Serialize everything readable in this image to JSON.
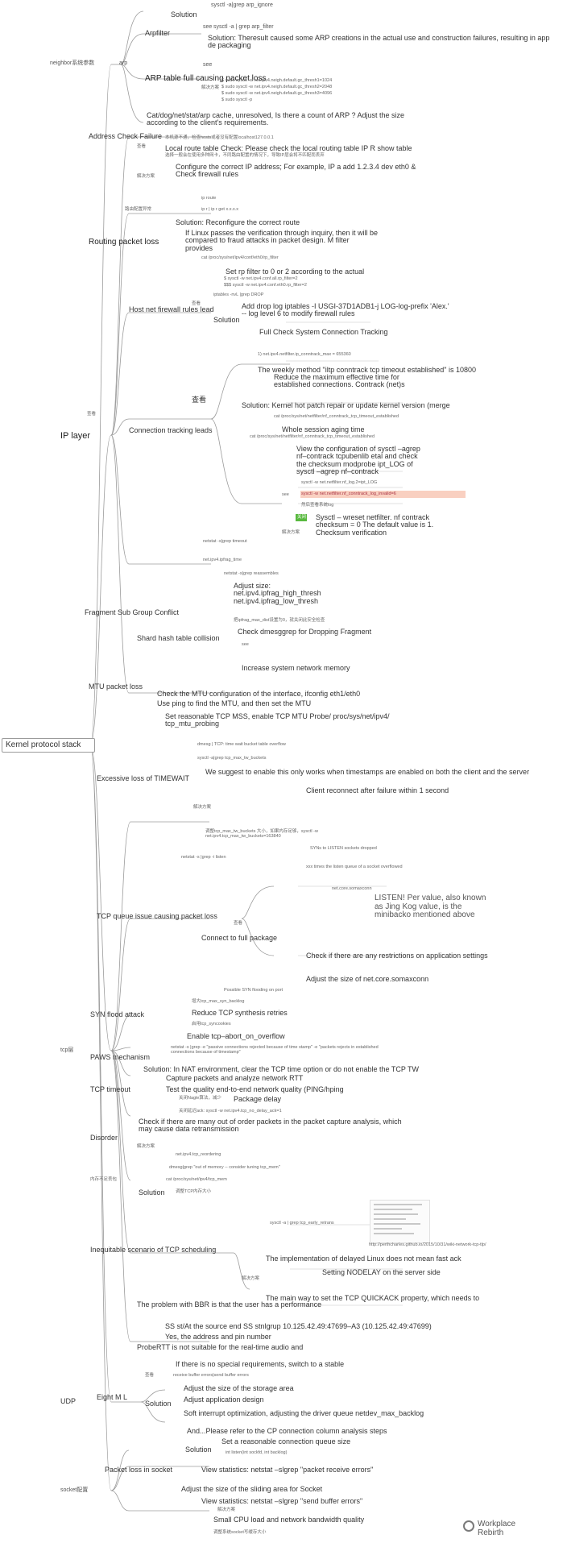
{
  "root": "Kernel protocol stack",
  "branches": {
    "neighbor": "neighbor系统参数",
    "arp": "arp",
    "ip_layer": "IP layer",
    "tcp": "tcp层",
    "udp": "UDP",
    "socket": "socket配置"
  },
  "arp": {
    "arp_ignore": "sysctl -a|grep arp_ignore",
    "arp_filter": "Arpfilter",
    "arp_filter_cmd": "sysctl -a | grep arp_filter",
    "see": "see",
    "arp_filter_solution": "Solution: Theresult caused some ARP creations in the actual use and construction failures, resulting in app de packaging",
    "overflow_title": "ARP table full causing packet loss",
    "solution_label": "解决方案",
    "gc1": "$ sudo sysctl -w net.ipv4.neigh.default.gc_thresh1=1024",
    "gc2": "$ sudo sysctl -w net.ipv4.neigh.default.gc_thresh2=2048",
    "gc3": "$ sudo sysctl -w net.ipv4.neigh.default.gc_thresh3=4096",
    "gc4": "$ sudo sysctl -p",
    "cat": "Cat/dog/net/stat/arp cache, unresolved, Is there a count of ARP ? Adjust the size according to the client's requirements."
  },
  "ip": {
    "address_title": "Address Check Failure",
    "address_note": "本机源不通，检查hosts或者没有配置localhost127.0.0.1",
    "address_check": "Local route table Check: Please check the local routing table IP R show table",
    "address_small": "选择一般会在使用多种网卡，不同路由配置的情况下，导致IP层会将不匹配而丢弃",
    "configure_ip": "Configure the correct IP address; For example, IP a add 1.2.3.4 dev eth0 & Check firewall rules",
    "routing_title": "Routing packet loss",
    "route_config": "路由配置异常",
    "route_cmd": "ip route",
    "route_ip": "ip r | ip r get x.x.x.x",
    "route_solution": "Solution: Reconfigure the correct route",
    "rp_filter_note": "If Linux passes the verification through inquiry, then it will be compared to fraud attacks in packet design. M filter provides",
    "rp_cat": "cat /proc/sys/net/ipv4/conf/eth0/rp_filter",
    "rp_set": "Set rp filter to 0 or 2 according to the actual",
    "rp_cmd1": "$ sysctl -w net.ipv4.conf.all.rp_filter=2",
    "rp_cmd2": "$$$ sysctl -w net.ipv4.conf.eth0.rp_filter=2",
    "fw_title": "Host net firewall rules lead",
    "fw_cmd": "iptables -nvL |grep DROP",
    "fw_log": "Add drop log iptables -I USGI-37D1ADB1-j LOG-log-prefix 'Alex.' -- log level 6 to modify firewall rules",
    "conntrack_title": "Connection tracking leads",
    "ct_full": "Full Check System Connection Tracking",
    "ct_count": "1) net.ipv4.netfilter.ip_conntrack_max = 655360",
    "ct_weekly": "The weekly method \"iltp conntrack tcp timeout established\" is 10800",
    "ct_reduce": "Reduce the maximum effective time for established connections. Contrack (net)s",
    "ct_kernel": "Solution: Kernel hot patch repair or update kernel version (merge",
    "ct_session": "Whole session aging time",
    "ct_proc": "cat /proc/sys/net/netfilter/nf_conntrack_tcp_timeout_established",
    "ct_view": "View the configuration of sysctl –agrep nf–contrack tcpubenlib etal and check the checksum modprobe ipt_LOG of sysctl –agrep nf–contrack",
    "ct_log2": "sysctl -w net.netfilter.nf_conntrack_log_invalid=6",
    "ct_syslog": "sysctl -w net.netfilter.nf_log.2=ipt_LOG",
    "ct_journal": "然后查看系统log",
    "ct_tag": "关闭",
    "ct_disable": "Sysctl – wreset netfilter. nf contrack checksum = 0 The default value is 1. Checksum verification",
    "frag_title": "Fragment Sub Group Conflict",
    "frag_timeout": "netstat -s|grep timeout",
    "frag_time": "net.ipv4.ipfrag_time",
    "frag_reasm": "netstat -s|grep reassembles",
    "frag_adjust": "Adjust size: net.ipv4.ipfrag_high_thresh net.ipv4.ipfrag_low_thresh",
    "frag_check": "Check dmesggrep for Dropping Fragment",
    "frag_flag": "把ipfrag_max_dist设置为0，就关闭此安全检查",
    "frag_hash": "Shard hash table collision",
    "frag_memory": "Increase system network memory",
    "mtu_title": "MTU packet loss",
    "mtu_check": "Check the MTU configuration of the interface, ifconfig eth1/eth0",
    "mtu_set": "Use ping to find the MTU, and then set the MTU",
    "mtu_tcp": "Set reasonable TCP MSS, enable TCP MTU Probe/ proc/sys/net/ipv4/ tcp_mtu_probing"
  },
  "tcp": {
    "timewait_title": "Excessive loss of TIMEWAIT",
    "tw_dmesg": "dmesg | TCP: time wait bucket table overflow",
    "tw_buckets": "sysctl -a|grep tcp_max_tw_buckets",
    "tw_reuse": "We suggest to enable this only works when timestamps are enabled on both the client and the server",
    "tw_recycle": "Client reconnect after failure within 1 second",
    "tw_max": "调整tcp_max_tw_buckets 大小，如果内存足够，sysctl -w net.ipv4.tcp_max_tw_buckets=163840",
    "queue_title": "TCP queue issue causing packet loss",
    "q_listen": "netstat -s |grep -i listen",
    "q_syn": "SYNs to LISTEN sockets dropped",
    "q_overflow": "xxx times the listen queue of a socket overflowed",
    "q_somax": "net.core.somaxconn",
    "q_listen_note": "LISTEN! Per value, also known as Jing Kog value, is the minibacko mentioned above",
    "q_full": "Connect to full package",
    "q_check": "Check if there are any restrictions on application settings",
    "q_adjust": "Adjust the size of net.core.somaxconn",
    "syn_title": "SYN flood attack",
    "syn_possible": "Possible SYN flooding on port",
    "syn_backlog": "增大tcp_max_syn_backlog",
    "syn_retries": "Reduce TCP synthesis retries",
    "syn_cookies": "启用tcp_syncookies",
    "syn_abort": "Enable tcp–abort_on_overflow",
    "paws_title": "PAWS mechanism",
    "paws_cmd": "netstat -s |grep -e \"passive connections rejected because of time stamp\" -e \"packets rejects in established connections because of timestamp\"",
    "paws_solution": "Solution: In NAT environment, clear the TCP time option or do not enable the TCP TW",
    "timeout_title": "TCP timeout",
    "to_capture": "Capture packets and analyze network RTT",
    "to_test": "Test the quality end-to-end network quality (PING/hping",
    "to_nagle": "关闭Nagle算法，减少",
    "to_delay": "Package delay",
    "to_quickack": "关闭延迟ack: sysctl -w net.ipv4.tcp_no_delay_ack=1",
    "disorder_title": "Disorder",
    "dis_check": "Check if there are many out of order packets in the packet capture analysis, which may cause data retransmission",
    "dis_reorder": "net.ipv4.tcp_reordering",
    "mem_title": "内存不足丢包",
    "mem_dmesg": "dmesg|grep \"out of memory -- consider tuning tcp_mem\"",
    "mem_cat": "cat /proc/sys/net/ipv4/tcp_mem",
    "mem_adjust": "调整TCP内存大小",
    "early_title": "Inequitable scenario of TCP scheduling",
    "early_cmd": "sysctl -a | grep tcp_early_retrans",
    "early_url": "http://perthcharles.github.io/2015/10/31/wiki-network-tcp-tlp/",
    "early_impl": "The implementation of delayed Linux does not mean fast ack",
    "early_nodelay": "Setting NODELAY on the server side",
    "early_more": "The main way to set the TCP QUICKACK property, which needs to",
    "bbr_title": "The problem with BBR is that the user has a performance",
    "bbr_ss": "SS st/At the source end SS stnlgrup 10.125.42.49:47699–A3 (10.125.42.49:47699)",
    "bbr_yes": "Yes, the address and pin number",
    "bbr_probe": "ProbeRTT is not suitable for the real-time audio and",
    "bbr_switch": "If there is no special requirements, switch to a stable"
  },
  "udp": {
    "title": "Eight M L",
    "err": "receive buffer errors|send buffer errors",
    "adjust": "Adjust the size of the storage area",
    "design": "Adjust application design",
    "interrupt": "Soft interrupt optimization, adjusting the driver queue netdev_max_backlog",
    "and": "And...Please refer to the CP connection column analysis steps"
  },
  "socket": {
    "backlog": "Set a reasonable connection queue size",
    "int_listen": "int listen(int sockfd, int backlog)",
    "recv_title": "Packet loss in socket",
    "recv_stats": "View statistics: netstat –slgrep \"packet receive errors\"",
    "adjust_window": "Adjust the size of the sliding area for Socket",
    "send_stats": "View statistics: netstat –slgrep \"send buffer errors\"",
    "bandwidth": "Small CPU load and network bandwidth quality",
    "send_size": "调整系统socket写缓存大小"
  },
  "labels": {
    "see": "see",
    "check": "查看",
    "solution": "Solution",
    "fix": "解决方案"
  },
  "watermark": {
    "line1": "Workplace",
    "line2": "Rebirth"
  }
}
